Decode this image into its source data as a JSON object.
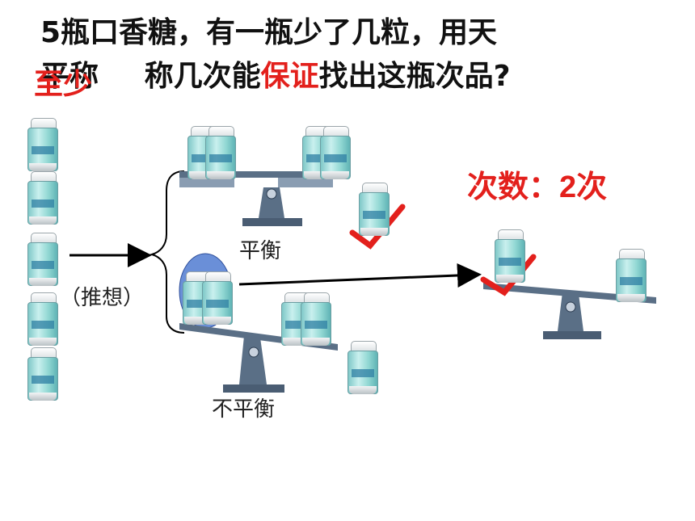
{
  "title": {
    "line1": "5瓶口香糖，有一瓶少了几粒，用天",
    "line2_under": "平称",
    "line2_red1": "至少",
    "line2_mid": "称几次能",
    "line2_red2": "保证",
    "line2_end": "找出这瓶次品?"
  },
  "count": {
    "label": "次数：",
    "value": "2",
    "unit": "次"
  },
  "labels": {
    "guess": "（推想）",
    "balanced": "平衡",
    "unbalanced": "不平衡"
  },
  "colors": {
    "red": "#e3201c",
    "scale": "#5a6f86",
    "highlight_oval": "#6a8fd8"
  }
}
